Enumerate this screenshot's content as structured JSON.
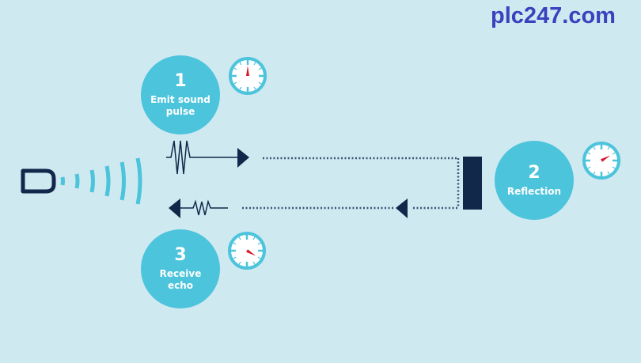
{
  "brand": {
    "text": "plc247.com",
    "color": "#3a43bd"
  },
  "colors": {
    "background": "#cfe9f1",
    "step_circle": "#4cc4dc",
    "dark": "#12284a",
    "clock_ring": "#4cc4dc",
    "clock_hand": "#d7192f"
  },
  "steps": [
    {
      "number": "1",
      "label_line1": "Emit sound",
      "label_line2": "pulse",
      "clock_icon": "stopwatch-icon",
      "clock_hand_angle": 0
    },
    {
      "number": "2",
      "label_line1": "Reflection",
      "label_line2": "",
      "clock_icon": "stopwatch-icon",
      "clock_hand_angle": 60
    },
    {
      "number": "3",
      "label_line1": "Receive",
      "label_line2": "echo",
      "clock_icon": "stopwatch-icon",
      "clock_hand_angle": 120
    }
  ],
  "elements": {
    "sensor": "ultrasonic-sensor-icon",
    "waves": "sound-waves-icon",
    "emitted_pulse": "pulse-arrow-right",
    "echo_pulse": "pulse-arrow-left",
    "target": "reflector-block"
  }
}
